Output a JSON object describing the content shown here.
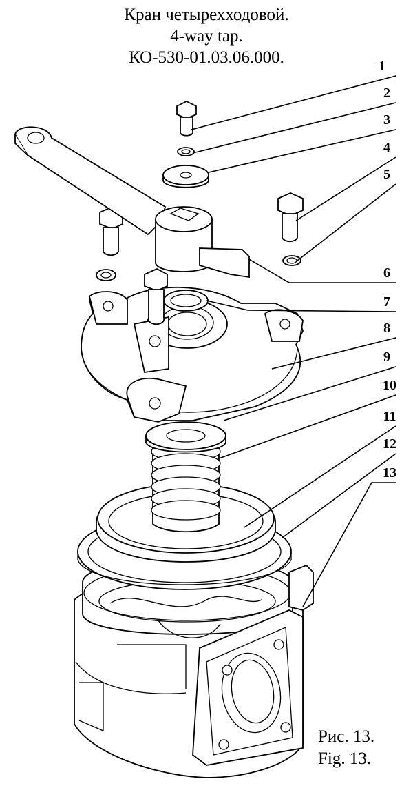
{
  "title": {
    "line1": "Кран четырехходовой.",
    "line2": "4-way tap.",
    "line3": "КО-530-01.03.06.000."
  },
  "callouts": [
    "1",
    "2",
    "3",
    "4",
    "5",
    "6",
    "7",
    "8",
    "9",
    "10",
    "11",
    "12",
    "13"
  ],
  "caption": {
    "ru": "Рис. 13.",
    "en": "Fig. 13."
  }
}
